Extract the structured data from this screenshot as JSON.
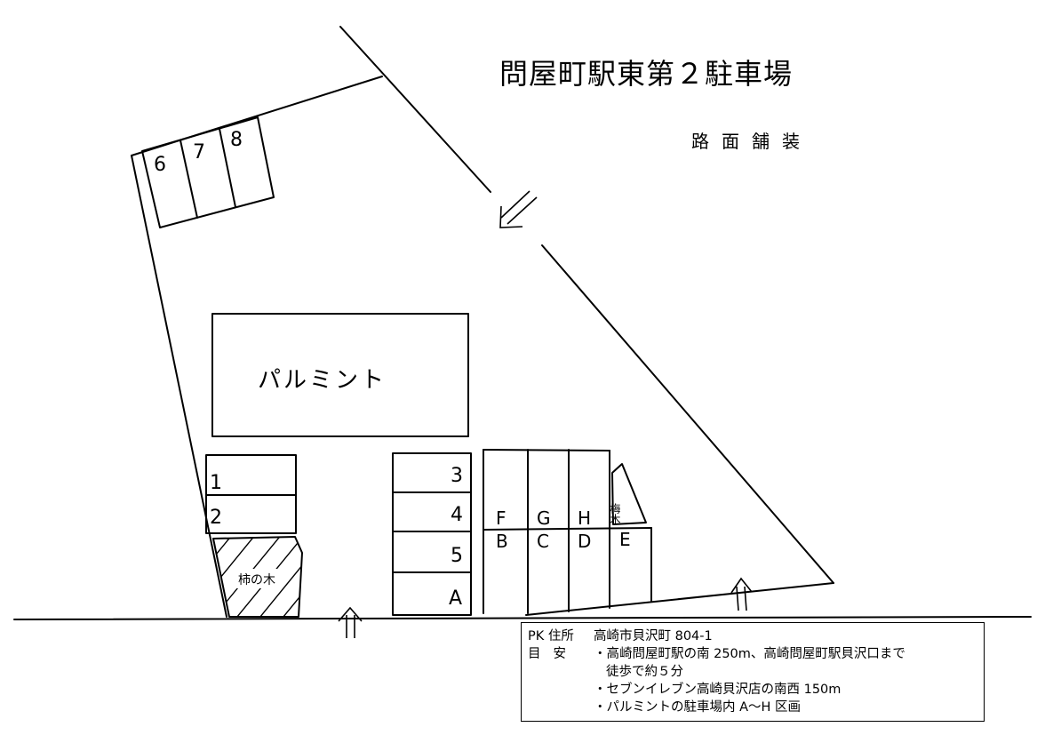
{
  "title": "問屋町駅東第２駐車場",
  "subtitle": "路面舗装",
  "building": {
    "label": "パルミント"
  },
  "trees": {
    "persimmon": "柿の木",
    "plum": "梅木"
  },
  "spaces_top": [
    "6",
    "7",
    "8"
  ],
  "spaces_left": [
    "1",
    "2"
  ],
  "spaces_mid": [
    "3",
    "4",
    "5",
    "A"
  ],
  "spaces_right_upper": [
    "F",
    "G",
    "H"
  ],
  "spaces_right_lower": [
    "B",
    "C",
    "D",
    "E"
  ],
  "info": {
    "address_label": "PK 住所",
    "address": "高崎市貝沢町 804-1",
    "guide_label": "目安",
    "guide_1": "・高崎問屋町駅の南 250m、高崎問屋町駅貝沢口まで",
    "guide_1b": "徒歩で約５分",
    "guide_2": "・セブンイレブン高崎貝沢店の南西 150m",
    "guide_3": "・パルミントの駐車場内 A～H 区画"
  },
  "icons": [
    "entrance-arrow-icon",
    "entrance-arrow-icon",
    "entrance-arrow-icon"
  ]
}
